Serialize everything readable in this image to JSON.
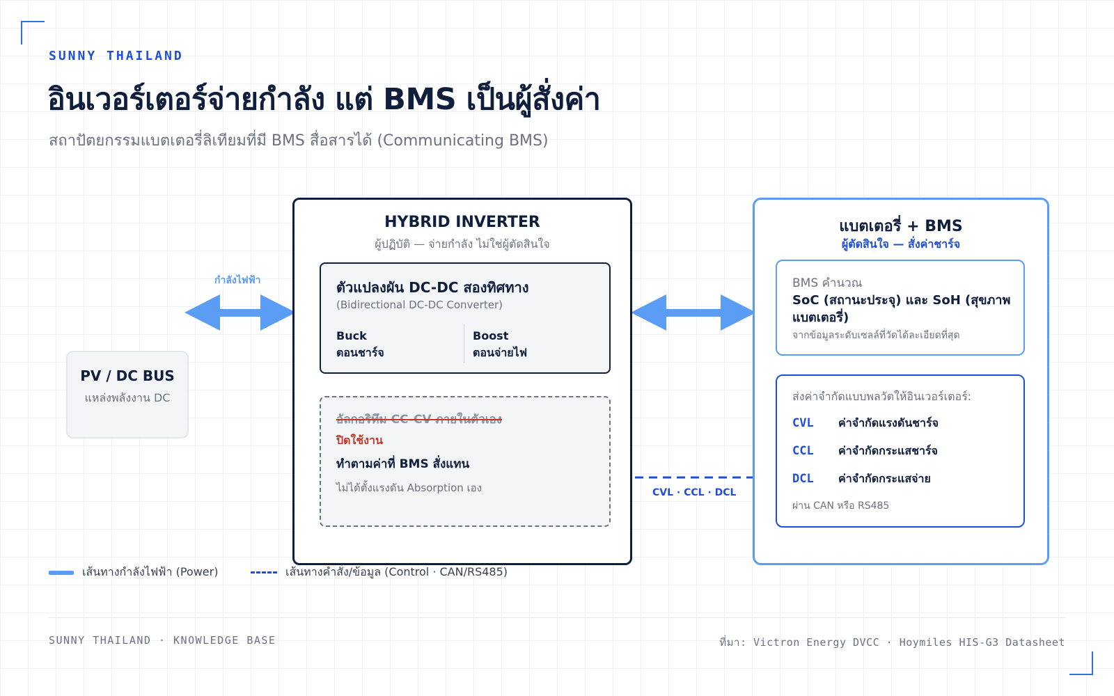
{
  "header": {
    "eyebrow": "SUNNY THAILAND",
    "title": "อินเวอร์เตอร์จ่ายกำลัง แต่ BMS เป็นผู้สั่งค่า",
    "subtitle": "สถาปัตยกรรมแบตเตอรี่ลิเทียมที่มี BMS สื่อสารได้ (Communicating BMS)"
  },
  "pv": {
    "title": "PV / DC BUS",
    "subtitle": "แหล่งพลังงาน DC"
  },
  "power_arrow_label": "กำลังไฟฟ้า",
  "inverter": {
    "title": "HYBRID INVERTER",
    "subtitle": "ผู้ปฏิบัติ — จ่ายกำลัง ไม่ใช่ผู้ตัดสินใจ",
    "converter": {
      "title": "ตัวแปลงผัน DC-DC สองทิศทาง",
      "subtitle": "(Bidirectional DC-DC Converter)",
      "buck_label": "Buck",
      "buck_desc": "ตอนชาร์จ",
      "boost_label": "Boost",
      "boost_desc": "ตอนจ่ายไฟ"
    },
    "algorithm": {
      "struck": "อัลกอริทึม CC-CV ภายในตัวเอง",
      "disabled": "ปิดใช้งาน",
      "follow": "ทำตามค่าที่ BMS สั่งแทน",
      "note": "ไม่ได้ตั้งแรงดัน Absorption เอง"
    }
  },
  "battery": {
    "title": "แบตเตอรี่ + BMS",
    "subtitle": "ผู้ตัดสินใจ — สั่งค่าชาร์จ",
    "calc": {
      "label": "BMS คำนวณ",
      "main": "SoC (สถานะประจุ) และ SoH (สุขภาพแบตเตอรี่)",
      "note": "จากข้อมูลระดับเซลล์ที่วัดได้ละเอียดที่สุด"
    },
    "limits": {
      "label": "ส่งค่าจำกัดแบบพลวัตให้อินเวอร์เตอร์:",
      "rows": [
        {
          "key": "CVL",
          "desc": "ค่าจำกัดแรงดันชาร์จ"
        },
        {
          "key": "CCL",
          "desc": "ค่าจำกัดกระแสชาร์จ"
        },
        {
          "key": "DCL",
          "desc": "ค่าจำกัดกระแสจ่าย"
        }
      ],
      "via": "ผ่าน CAN หรือ RS485"
    }
  },
  "control_arrow_label": "CVL · CCL · DCL",
  "legend": {
    "power": "เส้นทางกำลังไฟฟ้า (Power)",
    "control": "เส้นทางคำสั่ง/ข้อมูล (Control · CAN/RS485)"
  },
  "footer": {
    "left": "SUNNY THAILAND · KNOWLEDGE BASE",
    "right": "ที่มา: Victron Energy DVCC · Hoymiles HIS-G3 Datasheet"
  },
  "colors": {
    "navy": "#0f1e3d",
    "accent_blue": "#1f4fd6",
    "power_blue": "#5b9cf5",
    "disabled_red": "#c2362b",
    "muted": "#6b7280"
  }
}
